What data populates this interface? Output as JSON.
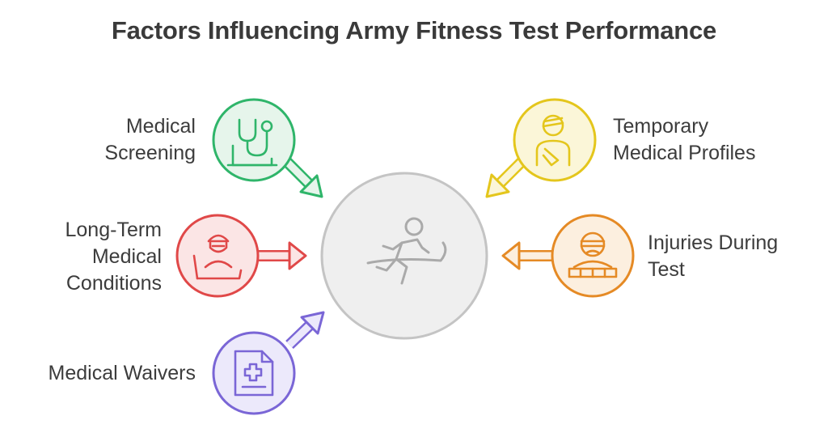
{
  "title": "Factors Influencing Army Fitness Test Performance",
  "center": {
    "icon": "running-person-finish-line-icon"
  },
  "factors": [
    {
      "lines": [
        "Medical",
        "Screening"
      ],
      "icon": "stethoscope-clipboard-icon",
      "color": "#2fb56a",
      "fill": "#e6f5eb"
    },
    {
      "lines": [
        "Long-Term",
        "Medical",
        "Conditions"
      ],
      "icon": "bedridden-patient-icon",
      "color": "#e04848",
      "fill": "#fbe5e5"
    },
    {
      "lines": [
        "Medical Waivers"
      ],
      "icon": "medical-document-icon",
      "color": "#7a66d6",
      "fill": "#ece9fb"
    },
    {
      "lines": [
        "Temporary",
        "Medical Profiles"
      ],
      "icon": "bandaged-person-icon",
      "color": "#e4c61c",
      "fill": "#fbf6d8"
    },
    {
      "lines": [
        "Injuries During",
        "Test"
      ],
      "icon": "injured-person-icon",
      "color": "#e58a25",
      "fill": "#fcefdf"
    }
  ]
}
